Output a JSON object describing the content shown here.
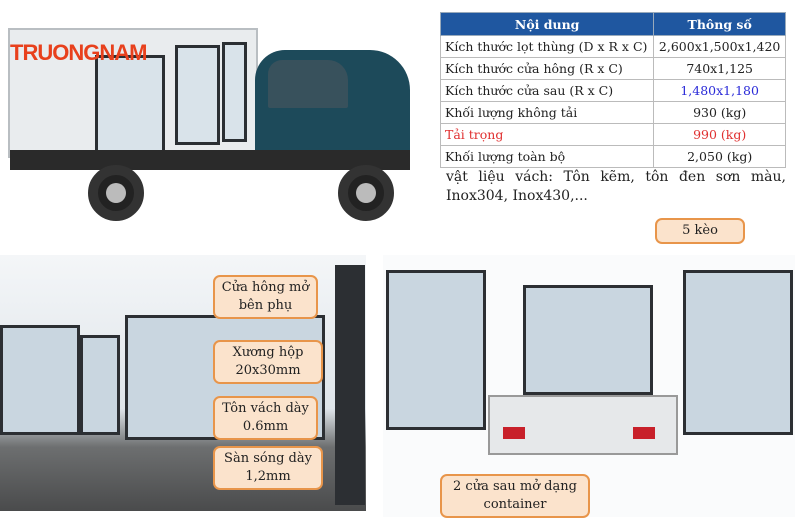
{
  "logo": {
    "text": "TRUONGNAM"
  },
  "spec_table": {
    "headers": [
      "Nội dung",
      "Thông số"
    ],
    "rows": [
      {
        "label": "Kích thước lọt thùng (D x R x C)",
        "value": "2,600x1,500x1,420"
      },
      {
        "label": "Kích thước cửa hông (R x C)",
        "value": "740x1,125"
      },
      {
        "label": "Kích thước cửa sau (R x C)",
        "value": "1,480x1,180",
        "value_color": "#2a2ad8"
      },
      {
        "label": "Khối lượng không tải",
        "value": "930 (kg)"
      },
      {
        "label": "Tải trọng",
        "value": "990 (kg)",
        "label_color": "#e03030",
        "value_color": "#e03030"
      },
      {
        "label": "Khối lượng toàn bộ",
        "value": "2,050 (kg)"
      }
    ]
  },
  "note": {
    "line1": "vật liệu vách: Tôn kẽm, tôn đen sơn màu,",
    "line2": "Inox304, Inox430,..."
  },
  "callouts": {
    "side_door": [
      "Cửa hông mở",
      "bên phụ"
    ],
    "frame": [
      "Xương hộp",
      "20x30mm"
    ],
    "wall": [
      "Tôn vách dày",
      "0.6mm"
    ],
    "floor": [
      "Sàn sóng dày",
      "1,2mm"
    ],
    "bows": "5 kèo",
    "rear_doors": [
      "2 cửa sau mở dạng",
      "container"
    ]
  },
  "colors": {
    "header_bg": "#1f57a0",
    "callout_fill": "#fbe3cc",
    "callout_border": "#e8954a",
    "logo": "#e8401c"
  }
}
